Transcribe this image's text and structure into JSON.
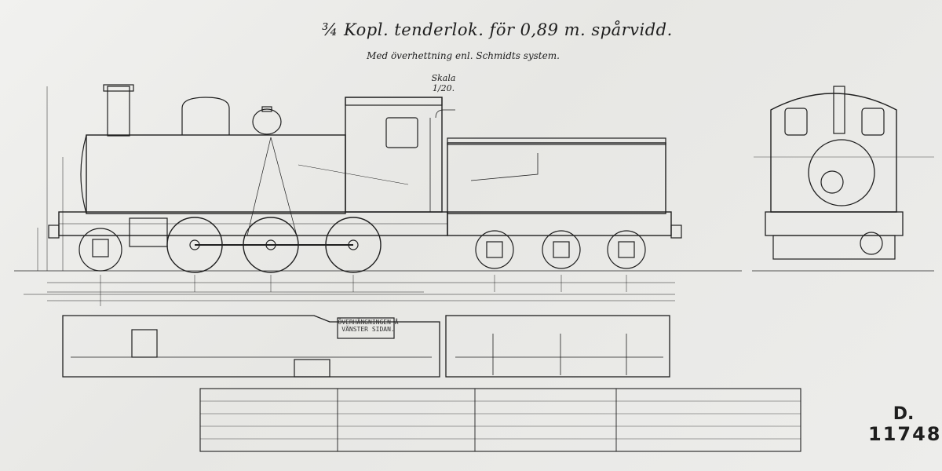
{
  "header": {
    "title": "¾ Kopl. tenderlok. för 0,89 m. spårvidd.",
    "subtitle": "Med överhettning enl. Schmidts system.",
    "scale": "Skala 1/20."
  },
  "drawing": {
    "number_letter": "D.",
    "number": "11748"
  },
  "labels": {
    "overhang_note": "ÖVERHÄNGNINGEN Å VÄNSTER SIDAN."
  }
}
